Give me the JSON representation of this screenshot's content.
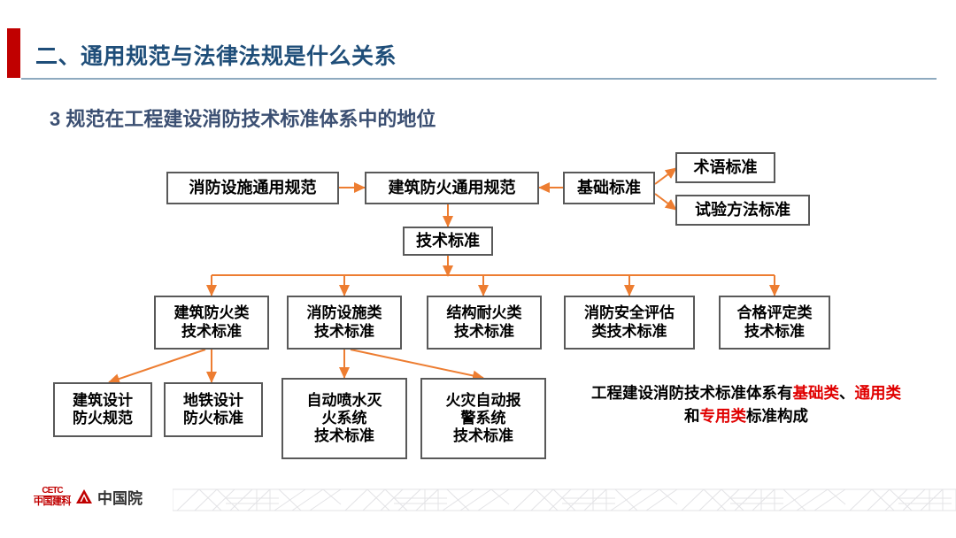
{
  "header": {
    "title": "二、通用规范与法律法规是什么关系",
    "subtitle": "3  规范在工程建设消防技术标准体系中的地位",
    "accent_color": "#c00000",
    "title_color": "#1f4e79",
    "subtitle_color": "#3b4f72"
  },
  "diagram": {
    "connector_color": "#ED7D31",
    "node_border_color": "#595959",
    "nodes": {
      "fire_facility_general": "消防设施通用规范",
      "building_fireproof_general": "建筑防火通用规范",
      "basic_standard": "基础标准",
      "terminology_standard": "术语标准",
      "test_method_standard": "试验方法标准",
      "technical_standard": "技术标准",
      "cat_building_fireproof": "建筑防火类\n技术标准",
      "cat_fire_facility": "消防设施类\n技术标准",
      "cat_structure_fire_resist": "结构耐火类\n技术标准",
      "cat_fire_safety_assess": "消防安全评估\n类技术标准",
      "cat_conformity_assess": "合格评定类\n技术标准",
      "building_design_fire_code": "建筑设计\n防火规范",
      "metro_design_fire_std": "地铁设计\n防火标准",
      "sprinkler_system": "自动喷水灭\n火系统\n技术标准",
      "fire_alarm_system": "火灾自动报\n警系统\n技术标准"
    }
  },
  "summary": {
    "part1": "工程建设消防技术标准体系有",
    "hl1": "基础",
    "part2": "",
    "hl2": "类",
    "part3": "、",
    "hl3": "通用类",
    "part4": "和",
    "hl4": "专用类",
    "part5": "标准构成",
    "highlight_color": "#e00000"
  },
  "footer": {
    "logo_latin": "CETC",
    "logo_cn": "中国建科",
    "logo_name": "中国院",
    "logo_color": "#c00000"
  }
}
